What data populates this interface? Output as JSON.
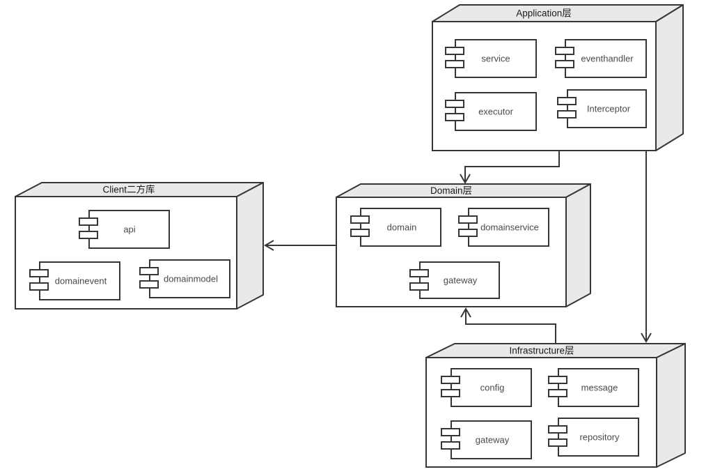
{
  "diagram": {
    "type": "uml-component-diagram",
    "background": "#ffffff",
    "colors": {
      "line": "#363636",
      "node_face_fill": "#e9e9e9",
      "node_front_fill": "#ffffff",
      "component_fill": "#ffffff",
      "title_text": "#1a1a1a",
      "label_text": "#4a4a4a"
    },
    "nodes": [
      {
        "id": "application",
        "title": "Application层",
        "components": [
          {
            "label": "service"
          },
          {
            "label": "eventhandler"
          },
          {
            "label": "executor"
          },
          {
            "label": "Interceptor"
          }
        ]
      },
      {
        "id": "client",
        "title": "Client二方库",
        "components": [
          {
            "label": "api"
          },
          {
            "label": "domainevent"
          },
          {
            "label": "domainmodel"
          }
        ]
      },
      {
        "id": "domain",
        "title": "Domain层",
        "components": [
          {
            "label": "domain"
          },
          {
            "label": "domainservice"
          },
          {
            "label": "gateway"
          }
        ]
      },
      {
        "id": "infrastructure",
        "title": "Infrastructure层",
        "components": [
          {
            "label": "config"
          },
          {
            "label": "message"
          },
          {
            "label": "gateway"
          },
          {
            "label": "repository"
          }
        ]
      }
    ],
    "edges": [
      {
        "from": "Application层",
        "to": "Domain层"
      },
      {
        "from": "Application层",
        "to": "Infrastructure层"
      },
      {
        "from": "Infrastructure层",
        "to": "Domain层"
      },
      {
        "from": "Domain层",
        "to": "Client二方库"
      }
    ]
  }
}
